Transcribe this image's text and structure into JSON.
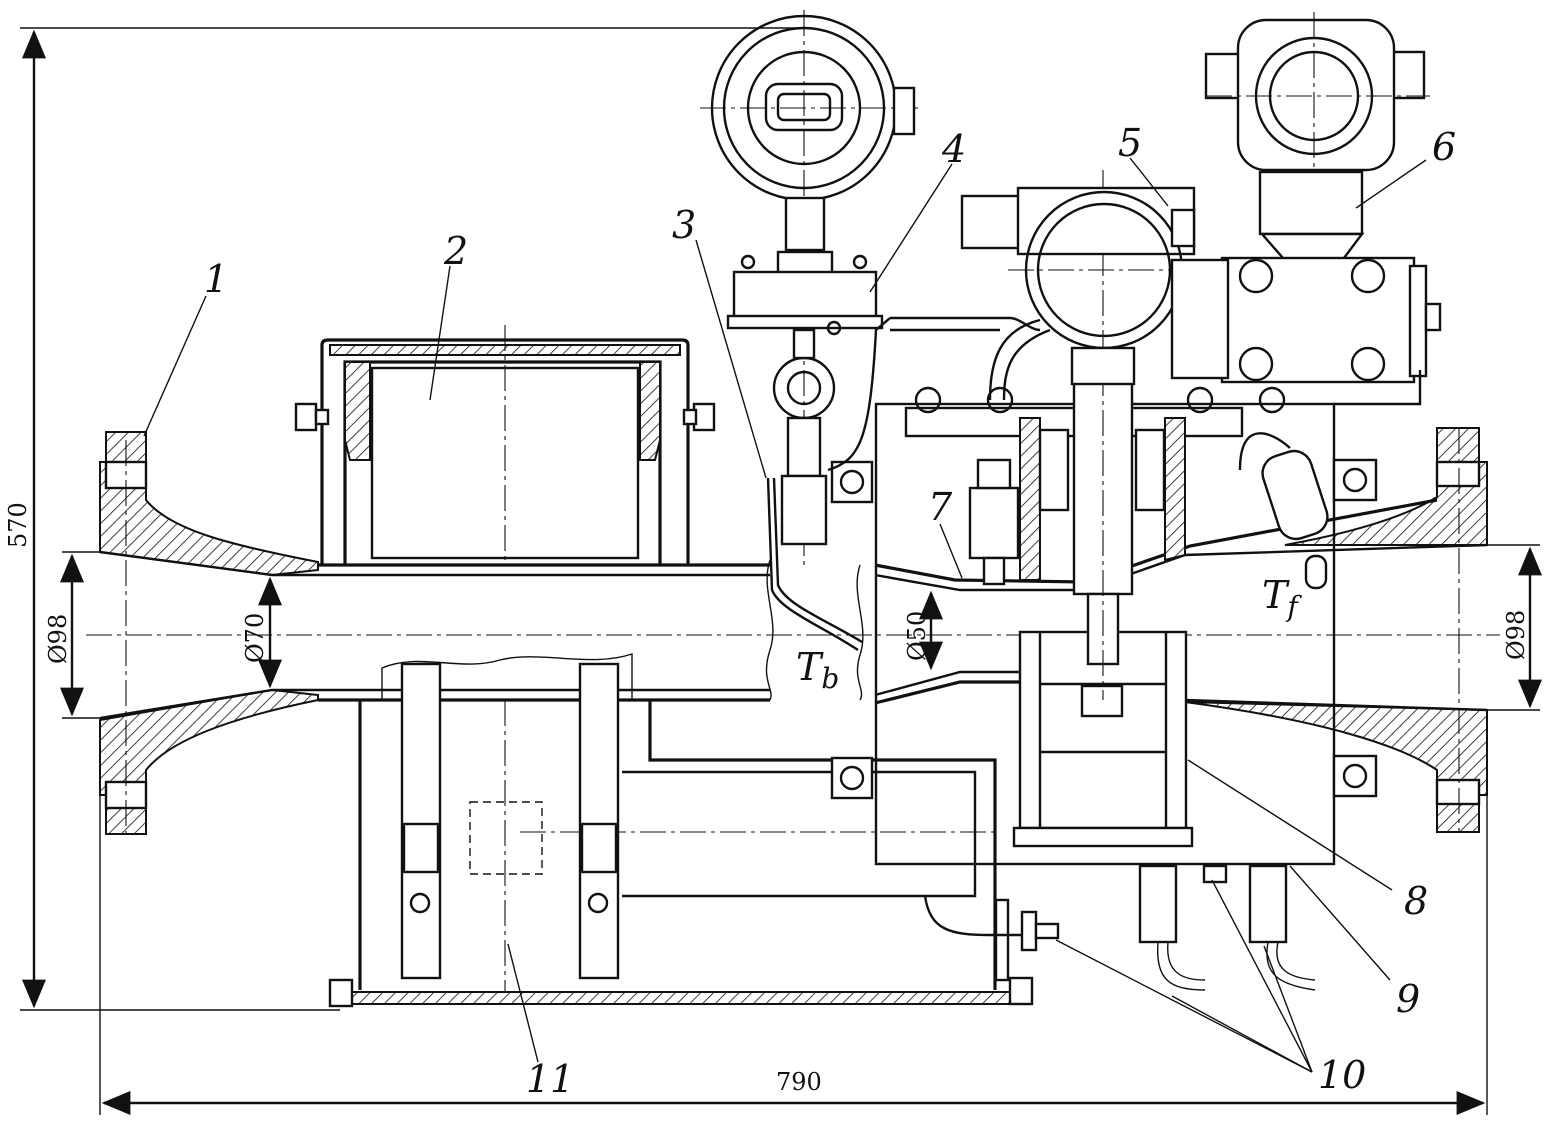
{
  "labels": {
    "n1": "1",
    "n2": "2",
    "n3": "3",
    "n4": "4",
    "n5": "5",
    "n6": "6",
    "n7": "7",
    "n8": "8",
    "n9": "9",
    "n10": "10",
    "n11": "11",
    "tb_main": "T",
    "tb_sub": "b",
    "tf_main": "T",
    "tf_sub": "f"
  },
  "dimensions": {
    "height": "570",
    "width": "790",
    "d_inlet": "Ø98",
    "d_venturi1": "Ø70",
    "d_venturi2": "Ø50",
    "d_outlet": "Ø98"
  }
}
